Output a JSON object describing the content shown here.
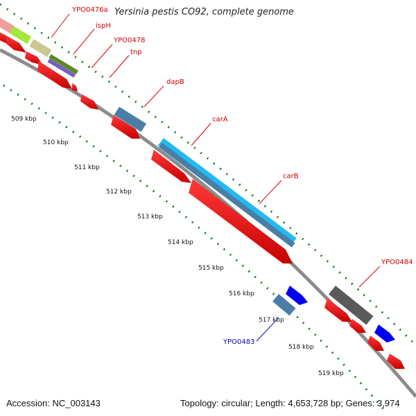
{
  "title": "Yersinia pestis CO92, complete genome",
  "footer": {
    "accession": "Accession: NC_003143",
    "summary": "Topology: circular; Length: 4,653,728 bp; Genes: 3,974"
  },
  "colors": {
    "backbone": "#8c8c8c",
    "cds": "#ff0000",
    "label_red": "#d40000",
    "label_blue": "#0000cc",
    "tick": "#1a7a1a"
  },
  "tick_labels": [
    "509 kbp",
    "510 kbp",
    "511 kbp",
    "512 kbp",
    "513 kbp",
    "514 kbp",
    "515 kbp",
    "516 kbp",
    "517 kbp",
    "518 kbp",
    "519 kbp"
  ],
  "gene_labels": [
    {
      "id": "YPO0476a",
      "text": "YPO0476a",
      "color": "red"
    },
    {
      "id": "ispH",
      "text": "ispH",
      "color": "red"
    },
    {
      "id": "YPO0478",
      "text": "YPO0478",
      "color": "red"
    },
    {
      "id": "tnp",
      "text": "tnp",
      "color": "red"
    },
    {
      "id": "dapB",
      "text": "dapB",
      "color": "red"
    },
    {
      "id": "carA",
      "text": "carA",
      "color": "red"
    },
    {
      "id": "carB",
      "text": "carB",
      "color": "red"
    },
    {
      "id": "YPO0484",
      "text": "YPO0484",
      "color": "red"
    },
    {
      "id": "YPO0483",
      "text": "YPO0483",
      "color": "blue"
    }
  ]
}
